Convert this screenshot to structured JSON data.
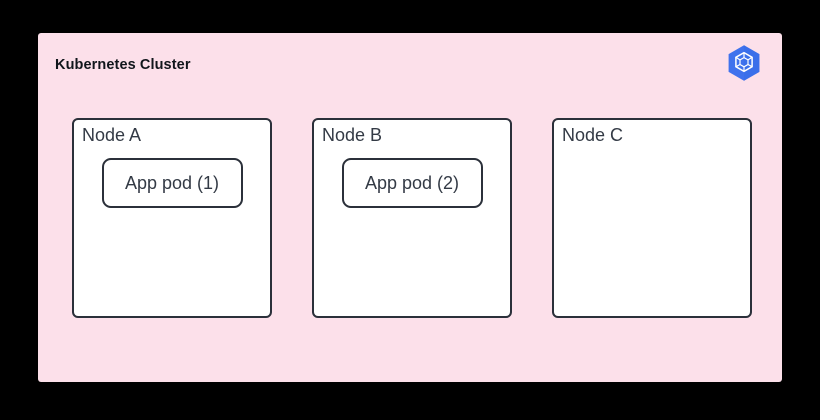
{
  "cluster": {
    "title": "Kubernetes Cluster",
    "background_color": "#fce0ea",
    "logo_icon": "kubernetes-logo-icon",
    "logo_color": "#3f72ed"
  },
  "page": {
    "background_color": "#000000"
  },
  "nodes": [
    {
      "label": "Node A",
      "pods": [
        {
          "label": "App pod (1)"
        }
      ]
    },
    {
      "label": "Node B",
      "pods": [
        {
          "label": "App pod (2)"
        }
      ]
    },
    {
      "label": "Node C",
      "pods": []
    }
  ],
  "style": {
    "node_border_color": "#2b303a",
    "node_fill_color": "#ffffff",
    "text_color": "#333a45"
  }
}
